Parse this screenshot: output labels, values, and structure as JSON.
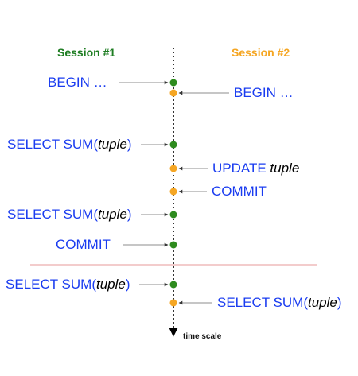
{
  "colors": {
    "session1": "#1e7d22",
    "session2": "#f5a623",
    "label": "#1a3cf0",
    "separator": "#e79a9a",
    "dot_green": "#2e8b1e",
    "dot_orange": "#f5a623"
  },
  "sessions": {
    "s1_title": "Session #1",
    "s2_title": "Session #2"
  },
  "events": [
    {
      "session": 1,
      "text": "BEGIN …"
    },
    {
      "session": 2,
      "text": "BEGIN …"
    },
    {
      "session": 1,
      "text_pre": "SELECT SUM(",
      "text_ital": "tuple",
      "text_post": ")"
    },
    {
      "session": 2,
      "text_pre": "UPDATE ",
      "text_ital": "tuple",
      "text_post": ""
    },
    {
      "session": 2,
      "text": "COMMIT"
    },
    {
      "session": 1,
      "text_pre": "SELECT SUM(",
      "text_ital": "tuple",
      "text_post": ")"
    },
    {
      "session": 1,
      "text": "COMMIT"
    },
    {
      "session": 1,
      "text_pre": "SELECT SUM(",
      "text_ital": "tuple",
      "text_post": ")"
    },
    {
      "session": 2,
      "text_pre": "SELECT SUM(",
      "text_ital": "tuple",
      "text_post": ")"
    }
  ],
  "timeline_label": "time scale"
}
